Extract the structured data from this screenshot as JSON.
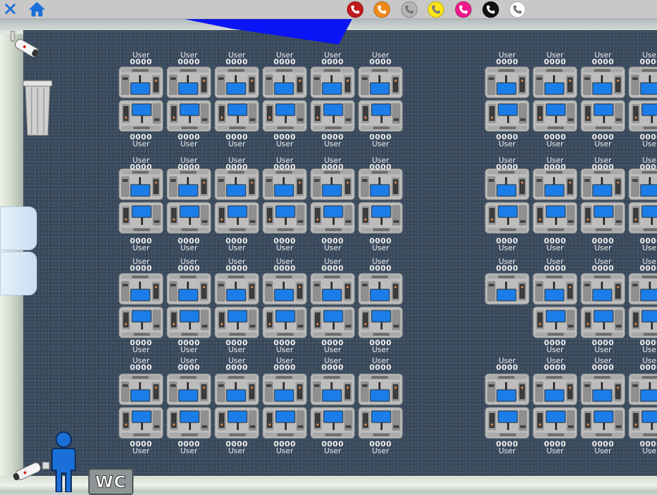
{
  "toolbar": {
    "close_icon": "close-icon",
    "home_icon": "home-icon",
    "phone_status_colors": [
      "#c21a1a",
      "#f08a1c",
      "#b5b5b5",
      "#ffe41a",
      "#f01a8e",
      "#111111",
      "#ffffff"
    ]
  },
  "desk": {
    "user_label": "User",
    "number_label": "0000"
  },
  "wc_sign": {
    "label": "WC"
  },
  "colors": {
    "carpet": "#3a4a5d",
    "screen": "#1b7de8",
    "station_body": "#bdbdbd",
    "restricted_zone": "#0a14f5",
    "person": "#1b6fd8"
  }
}
